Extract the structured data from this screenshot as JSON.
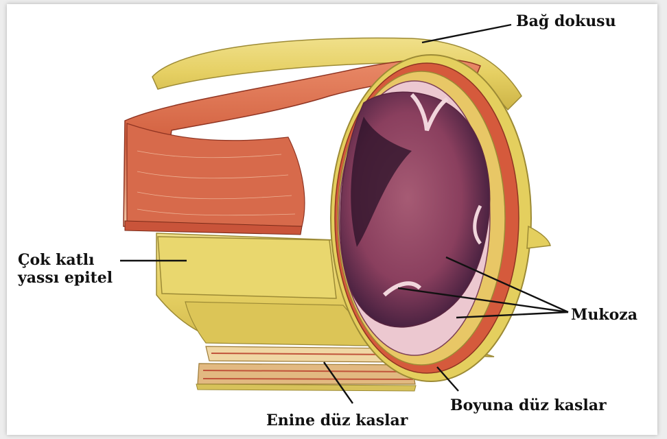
{
  "labels": {
    "bag_dokusu": "Bağ dokusu",
    "cok_katli_line1": "Çok katlı",
    "cok_katli_line2": "yassı epitel",
    "mukoza": "Mukoza",
    "boyuna": "Boyuna düz kaslar",
    "enine": "Enine düz kaslar"
  },
  "colors": {
    "adventitia": "#e8d56a",
    "adventitia_dark": "#c9b445",
    "muscle": "#d9674a",
    "muscle_dark": "#b8412c",
    "mucosa": "#b76a7e",
    "mucosa_dark": "#3a1c3a",
    "mucosa_light": "#e9c5cf"
  }
}
